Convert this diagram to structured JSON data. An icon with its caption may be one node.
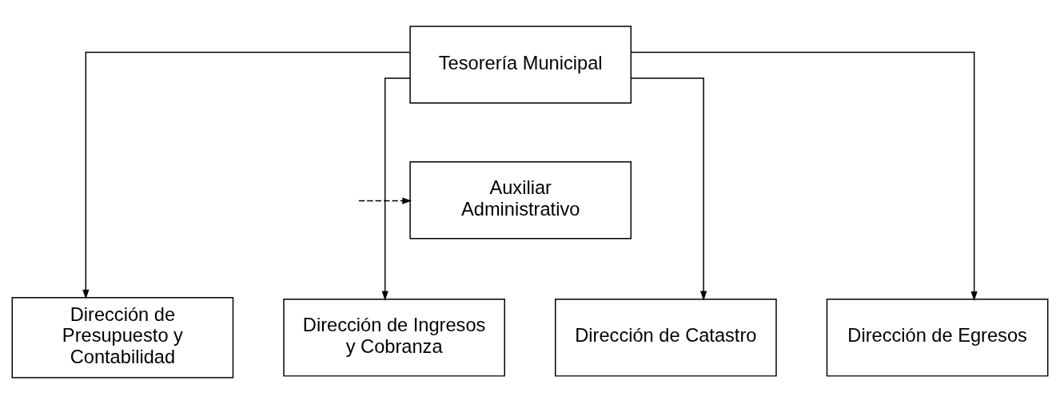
{
  "diagram": {
    "nodes": [
      {
        "text": [
          "Tesorería Municipal"
        ]
      },
      {
        "text": [
          "Auxiliar Administrativo"
        ]
      },
      {
        "text": [
          "Dirección de Ingresos y Cobranza"
        ]
      },
      {
        "text": [
          "Dirección de Catastro"
        ]
      },
      {
        "text": [
          "Dirección de Egresos"
        ]
      },
      {
        "text": [
          "Dirección de Presupuesto y Contabilidad"
        ]
      }
    ],
    "edges": [
      {
        "from": null,
        "to": 1,
        "arrow": "to",
        "style": "dashed"
      },
      {
        "from": 0,
        "to": 2,
        "arrow": "to"
      },
      {
        "from": 0,
        "to": 3,
        "arrow": "to"
      },
      {
        "from": 0,
        "to": 4,
        "arrow": "to"
      },
      {
        "from": 0,
        "to": 5,
        "arrow": "to"
      }
    ]
  }
}
